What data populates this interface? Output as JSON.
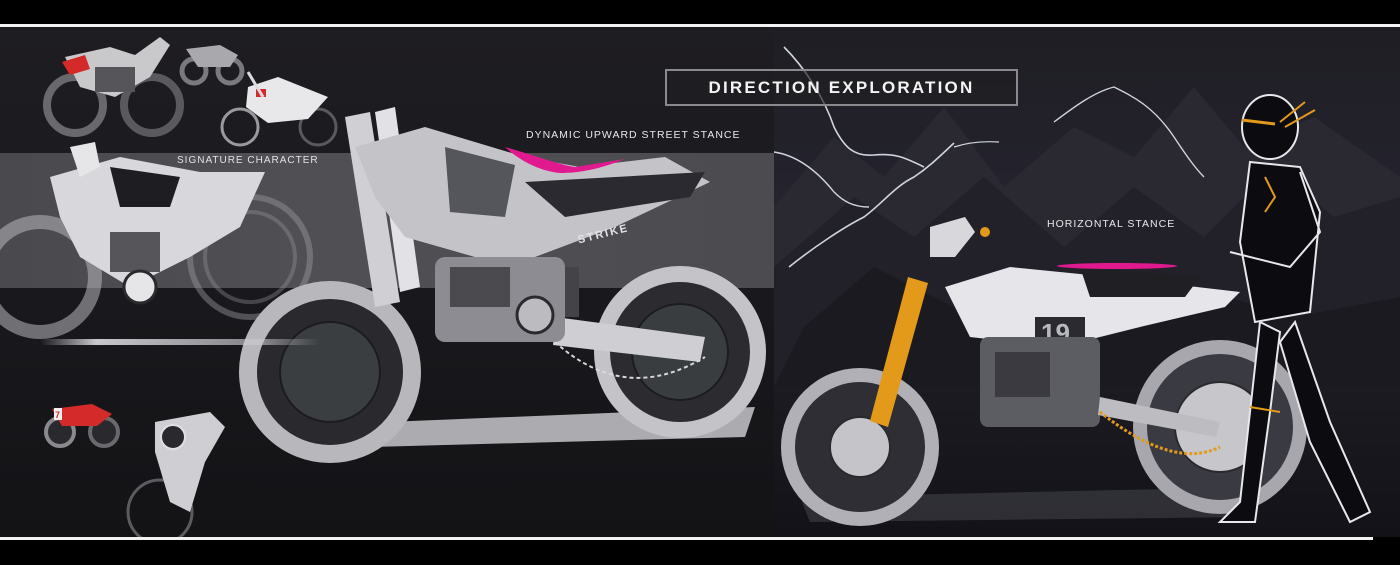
{
  "board": {
    "title": "DIRECTION EXPLORATION",
    "labels": {
      "signature_character": "SIGNATURE CHARACTER",
      "dynamic_stance": "DYNAMIC UPWARD STREET STANCE",
      "horizontal_stance": "HORIZONTAL STANCE"
    },
    "tank_text": "STRIKE",
    "number_plate": "19",
    "thumbnail_plate": "7"
  },
  "colors": {
    "background": "#141417",
    "grey_band": "#4d4d51",
    "accent_magenta": "#e0198f",
    "accent_orange": "#e39a1a",
    "accent_red": "#d42a2a",
    "frame_border": "#8a8a8e",
    "text": "#f4f4f4"
  },
  "sketches": [
    {
      "name": "thumbnail-red-seat-bike"
    },
    {
      "name": "thumbnail-grey-bike"
    },
    {
      "name": "thumbnail-white-bike"
    },
    {
      "name": "signature-character-bike"
    },
    {
      "name": "dynamic-street-bike"
    },
    {
      "name": "thumbnail-red-7-bike"
    },
    {
      "name": "thumbnail-front-view-bike"
    },
    {
      "name": "horizontal-stance-bike"
    },
    {
      "name": "rider-figure"
    }
  ]
}
